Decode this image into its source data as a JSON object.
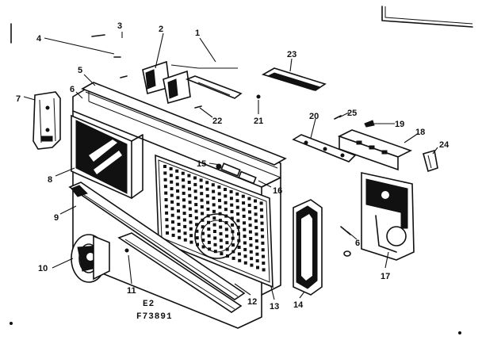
{
  "callouts": [
    "1",
    "2",
    "3",
    "4",
    "5",
    "6",
    "7",
    "8",
    "9",
    "10",
    "11",
    "12",
    "13",
    "14",
    "15",
    "16",
    "17",
    "18",
    "19",
    "20",
    "21",
    "22",
    "23",
    "24",
    "25"
  ],
  "caption": {
    "line1": "E2",
    "line2": "F73891"
  }
}
